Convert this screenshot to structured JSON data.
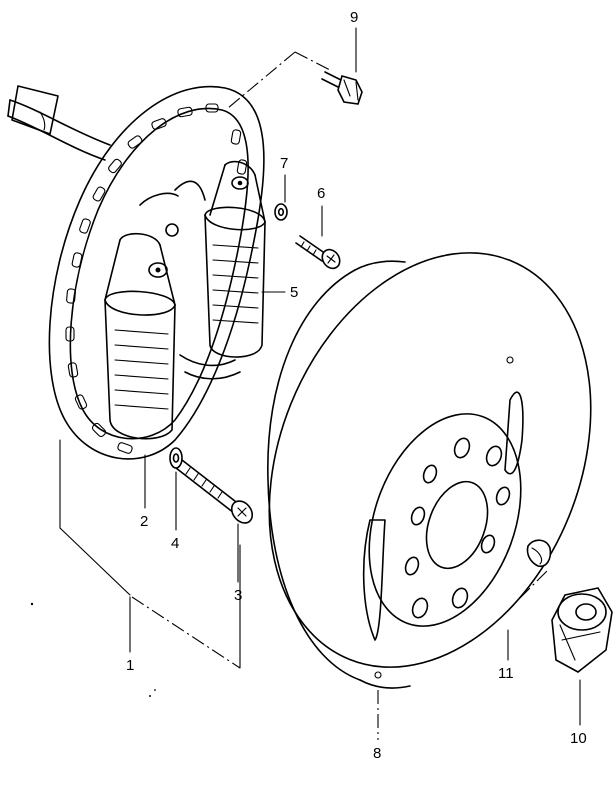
{
  "diagram": {
    "part_labels": {
      "p1": "1",
      "p2": "2",
      "p3": "3",
      "p4": "4",
      "p5": "5",
      "p6": "6",
      "p7": "7",
      "p8": "8",
      "p9": "9",
      "p10": "10",
      "p11": "11"
    },
    "parts": [
      {
        "id": "p1",
        "icon": "stator-assembly"
      },
      {
        "id": "p2",
        "icon": "coil"
      },
      {
        "id": "p3",
        "icon": "screw"
      },
      {
        "id": "p4",
        "icon": "washer"
      },
      {
        "id": "p5",
        "icon": "coil"
      },
      {
        "id": "p6",
        "icon": "screw"
      },
      {
        "id": "p7",
        "icon": "washer"
      },
      {
        "id": "p8",
        "icon": "flywheel-rotor"
      },
      {
        "id": "p9",
        "icon": "bolt"
      },
      {
        "id": "p10",
        "icon": "nut"
      },
      {
        "id": "p11",
        "icon": "woodruff-key"
      }
    ]
  }
}
